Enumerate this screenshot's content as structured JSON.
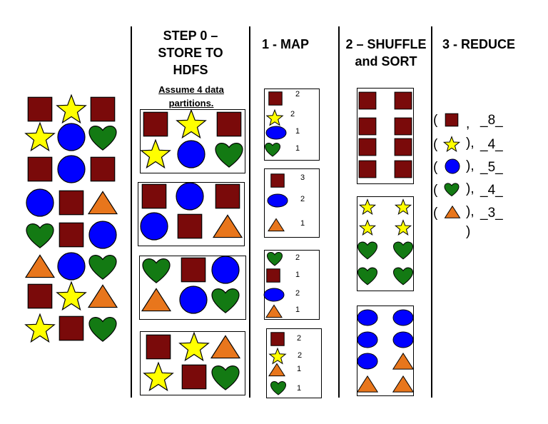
{
  "headers": {
    "step0": "STEP 0 – STORE  TO HDFS",
    "step0_note": "Assume 4 data partitions.",
    "map": "1 - MAP",
    "shuffle": "2 – SHUFFLE and SORT",
    "reduce": "3 - REDUCE"
  },
  "input_shapes": [
    [
      "square",
      "star",
      "square"
    ],
    [
      "star",
      "circle",
      "heart"
    ],
    [
      "square",
      "circle",
      "square"
    ],
    [
      "circle",
      "square",
      "triangle"
    ],
    [
      "heart",
      "square",
      "circle"
    ],
    [
      "triangle",
      "circle",
      "heart"
    ],
    [
      "square",
      "star",
      "triangle"
    ],
    [
      "star",
      "square",
      "heart"
    ]
  ],
  "partitions": [
    [
      "square",
      "star",
      "square",
      "star",
      "circle",
      "heart"
    ],
    [
      "square",
      "circle",
      "square",
      "circle",
      "square",
      "triangle"
    ],
    [
      "heart",
      "square",
      "circle",
      "triangle",
      "circle",
      "heart"
    ],
    [
      "square",
      "star",
      "triangle",
      "star",
      "square",
      "heart"
    ]
  ],
  "map_outputs": [
    [
      {
        "shape": "square",
        "count": "2"
      },
      {
        "shape": "star",
        "count": "2"
      },
      {
        "shape": "circle",
        "count": "1"
      },
      {
        "shape": "heart",
        "count": "1"
      }
    ],
    [
      {
        "shape": "square",
        "count": "3"
      },
      {
        "shape": "circle",
        "count": "2"
      },
      {
        "shape": "triangle",
        "count": "1"
      }
    ],
    [
      {
        "shape": "heart",
        "count": "2"
      },
      {
        "shape": "square",
        "count": "1"
      },
      {
        "shape": "circle",
        "count": "2"
      },
      {
        "shape": "triangle",
        "count": "1"
      }
    ],
    [
      {
        "shape": "square",
        "count": "2"
      },
      {
        "shape": "star",
        "count": "2"
      },
      {
        "shape": "triangle",
        "count": "1"
      },
      {
        "shape": "heart",
        "count": "1"
      }
    ]
  ],
  "shuffle_groups": [
    {
      "shapes": [
        "square",
        "square",
        "square",
        "square",
        "square",
        "square",
        "square",
        "square"
      ]
    },
    {
      "shapes": [
        "star",
        "star",
        "star",
        "star",
        "heart",
        "heart",
        "heart",
        "heart"
      ]
    },
    {
      "shapes": [
        "circle",
        "circle",
        "circle",
        "circle",
        "circle",
        "triangle",
        "triangle",
        "triangle"
      ]
    }
  ],
  "reduce_results": [
    {
      "shape": "square",
      "value": "_8_"
    },
    {
      "shape": "star",
      "value": "_4_"
    },
    {
      "shape": "circle",
      "value": "_5_"
    },
    {
      "shape": "heart",
      "value": "_4_"
    },
    {
      "shape": "triangle",
      "value": "_3_"
    }
  ],
  "colors": {
    "square": "#7a0a0a",
    "star": "#ffff00",
    "circle": "#0000ff",
    "heart": "#137a13",
    "triangle": "#e8761c",
    "stroke": "#000000"
  }
}
